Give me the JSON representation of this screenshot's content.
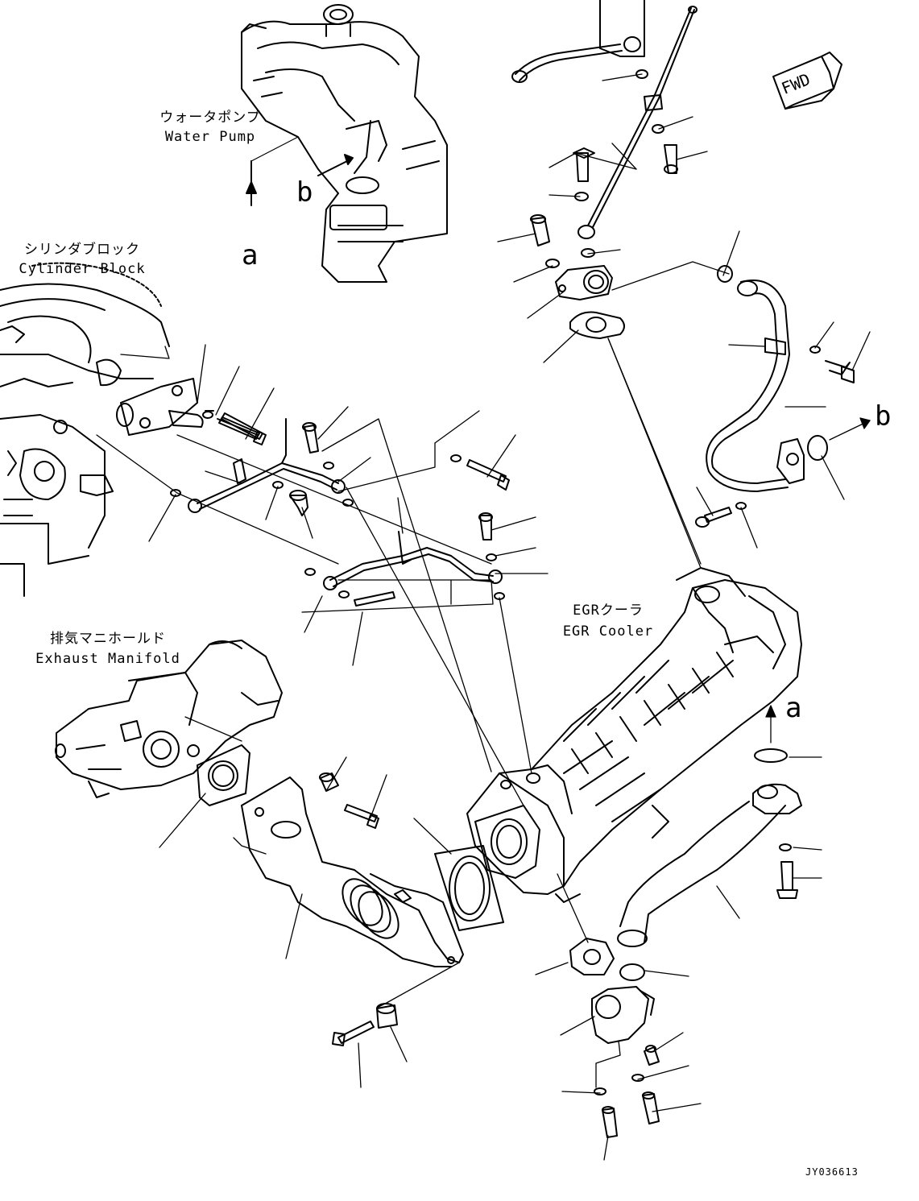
{
  "figure_code": "JY036613",
  "fwd_label": "FWD",
  "labels": {
    "water_pump": {
      "jp": "ウォータポンプ",
      "en": "Water Pump"
    },
    "cylinder_block": {
      "jp": "シリンダブロック",
      "en": "Cylinder Block"
    },
    "exhaust_manifold": {
      "jp": "排気マニホールド",
      "en": "Exhaust Manifold"
    },
    "egr_cooler": {
      "jp": "EGRクーラ",
      "en": "EGR Cooler"
    }
  },
  "connection_letters": {
    "a_top": "a",
    "a_right": "a",
    "b_top": "b",
    "b_right": "b"
  },
  "colors": {
    "line": "#000000",
    "background": "#ffffff"
  }
}
